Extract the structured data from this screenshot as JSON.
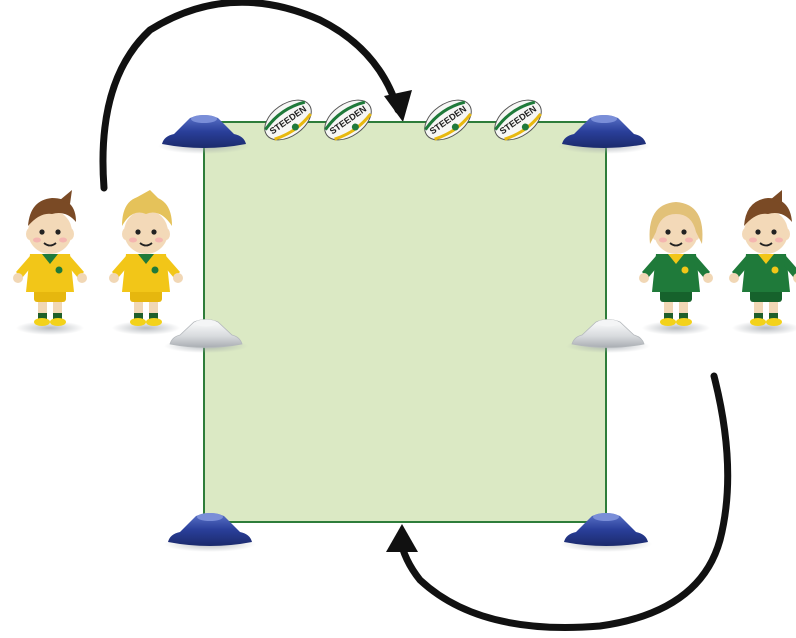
{
  "colors": {
    "field_fill": "#dbe9c4",
    "field_border": "#2e7d3a",
    "cone_blue": "#2a3f9a",
    "cone_grey": "#cfd3d6",
    "team_yellow": "#f2c618",
    "team_green": "#1f7a3a",
    "arrow": "#111111"
  },
  "balls": [
    {
      "label": "STEEDEN"
    },
    {
      "label": "STEEDEN"
    },
    {
      "label": "STEEDEN"
    },
    {
      "label": "STEEDEN"
    }
  ],
  "cones": {
    "corner_color": "blue",
    "side_color": "white"
  },
  "teams": {
    "left": {
      "kit": "yellow",
      "players": 2
    },
    "right": {
      "kit": "green",
      "players": 2
    }
  },
  "arrows": [
    {
      "direction": "over-top",
      "icon": "curved-arrow-icon"
    },
    {
      "direction": "under-bottom",
      "icon": "curved-arrow-icon"
    }
  ]
}
